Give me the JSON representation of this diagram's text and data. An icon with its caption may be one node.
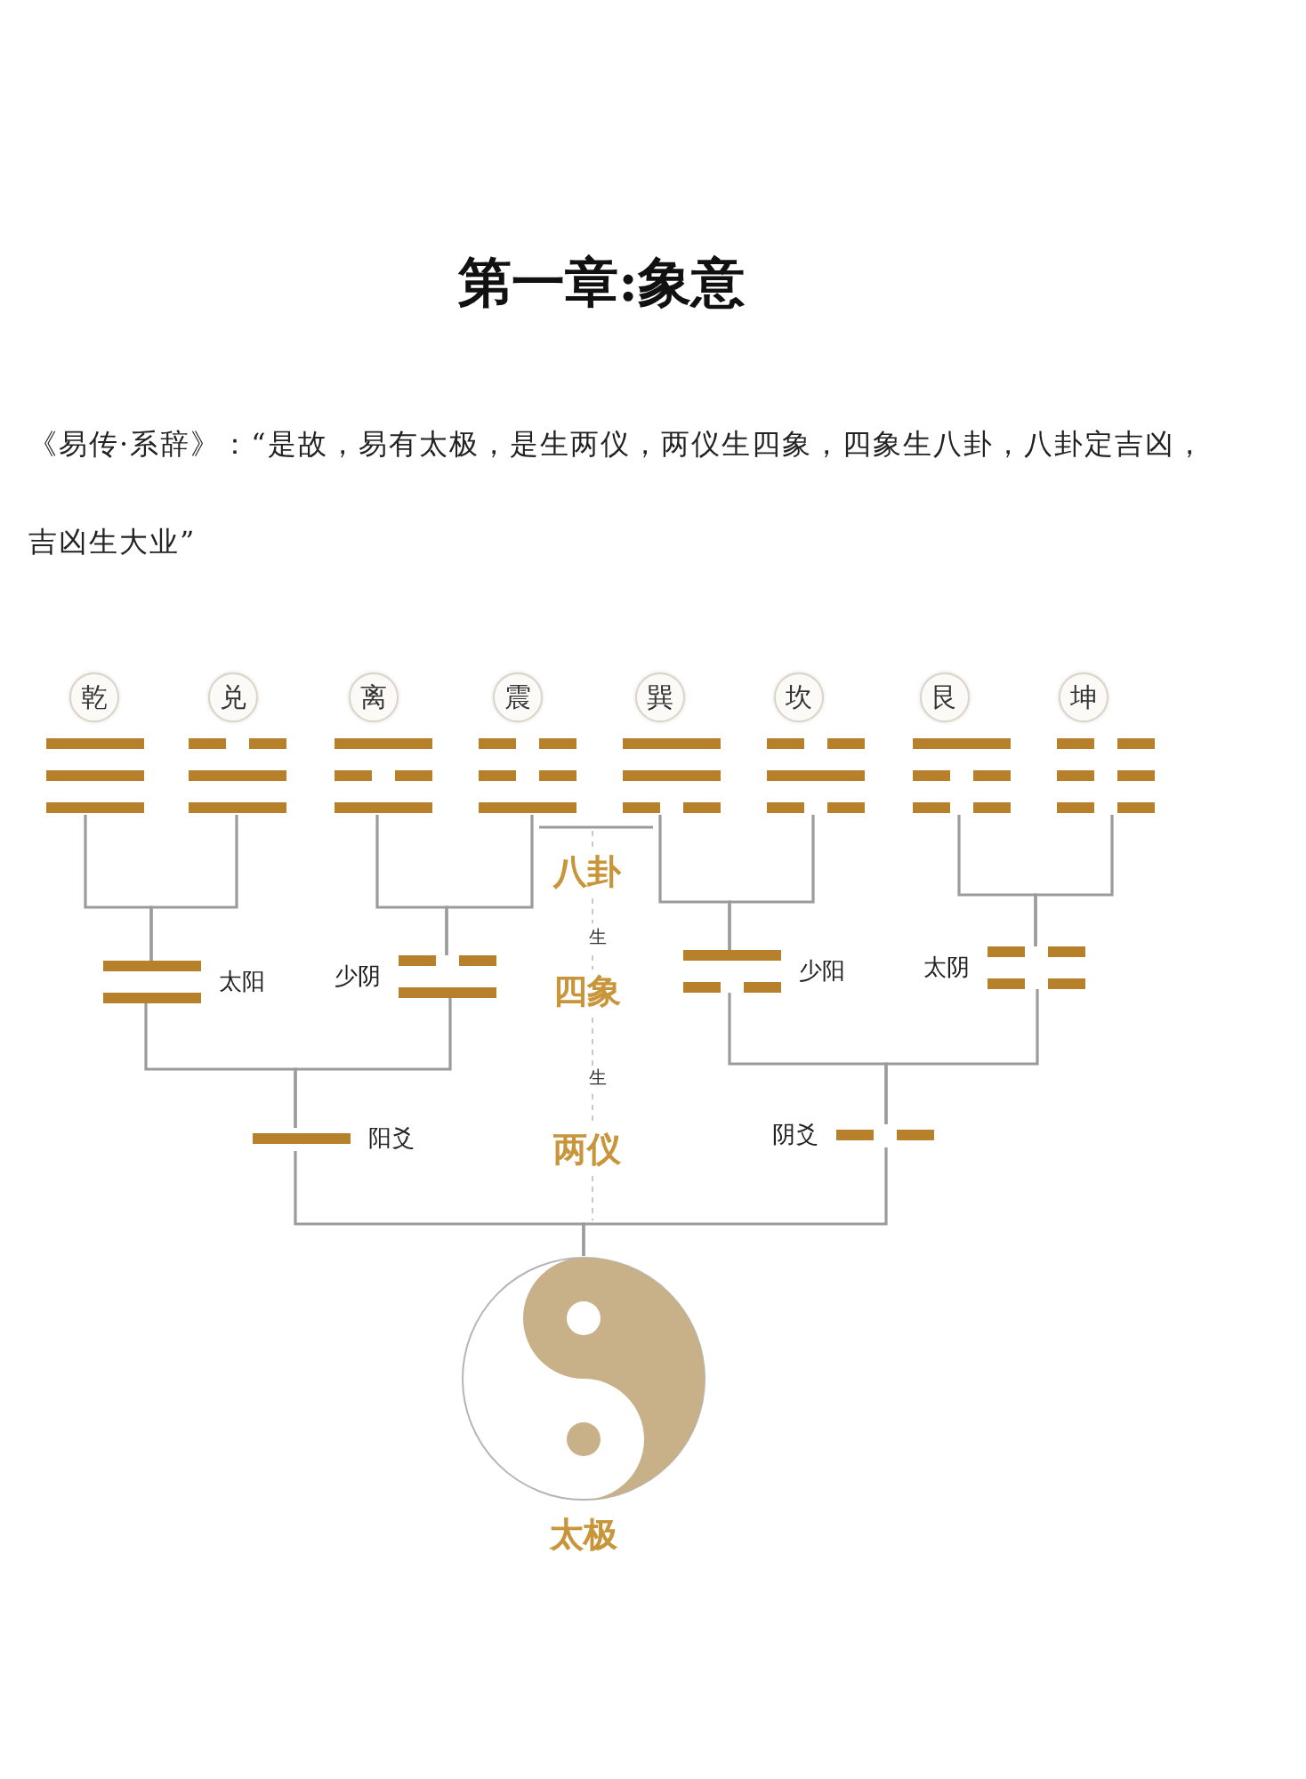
{
  "diagram": {
    "title": "第一章:象意",
    "nodes": [
      {
        "text": [
          "乾"
        ]
      },
      {
        "text": [
          "兑"
        ]
      },
      {
        "text": [
          "离"
        ]
      },
      {
        "text": [
          "震"
        ]
      },
      {
        "text": [
          "巽"
        ]
      },
      {
        "text": [
          "坎"
        ]
      },
      {
        "text": [
          "艮"
        ]
      },
      {
        "text": [
          "坤"
        ]
      },
      {
        "text": [
          "太阳"
        ]
      },
      {
        "text": [
          "少阴"
        ]
      },
      {
        "text": [
          "少阳"
        ]
      },
      {
        "text": [
          "太阴"
        ]
      },
      {
        "text": [
          "阳爻"
        ]
      },
      {
        "text": [
          "阴爻"
        ]
      },
      {
        "text": [
          "太极"
        ]
      }
    ],
    "edges": [
      {
        "from": 14,
        "to": 12,
        "arrow": "none"
      },
      {
        "from": 14,
        "to": 13,
        "arrow": "none"
      },
      {
        "from": 12,
        "to": 8,
        "arrow": "none"
      },
      {
        "from": 12,
        "to": 9,
        "arrow": "none"
      },
      {
        "from": 13,
        "to": 10,
        "arrow": "none"
      },
      {
        "from": 13,
        "to": 11,
        "arrow": "none"
      },
      {
        "from": 8,
        "to": 0,
        "arrow": "none"
      },
      {
        "from": 8,
        "to": 1,
        "arrow": "none"
      },
      {
        "from": 9,
        "to": 2,
        "arrow": "none"
      },
      {
        "from": 9,
        "to": 3,
        "arrow": "none"
      },
      {
        "from": 10,
        "to": 4,
        "arrow": "none"
      },
      {
        "from": 10,
        "to": 5,
        "arrow": "none"
      },
      {
        "from": 11,
        "to": 6,
        "arrow": "none"
      },
      {
        "from": 11,
        "to": 7,
        "arrow": "none"
      }
    ],
    "labels": [
      "《易传·系辞》：“是故，易有太极，是生两仪，两仪生四象，四象生八卦，八卦定吉凶，吉凶生大业”",
      "八卦",
      "生",
      "四象",
      "生",
      "两仪"
    ]
  }
}
